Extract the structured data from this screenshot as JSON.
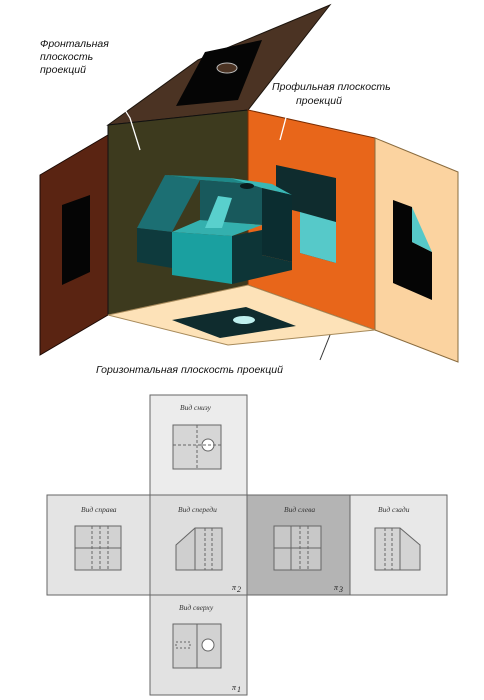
{
  "top_diagram": {
    "frontal_label": [
      "Фронтальная",
      "плоскость",
      "проекций"
    ],
    "profile_label": [
      "Профильная плоскость",
      "проекций"
    ],
    "horizontal_label": "Горизонтальная плоскость проекций"
  },
  "unfolded_views": {
    "bottom_view": "Вид снизу",
    "right_view": "Вид справа",
    "front_view": "Вид спереди",
    "left_view": "Вид слева",
    "rear_view": "Вид сзади",
    "top_view": "Вид сверху",
    "pi2": "π",
    "pi2_sub": "2",
    "pi3": "π",
    "pi3_sub": "3",
    "pi1": "π",
    "pi1_sub": "1"
  },
  "colors": {
    "frontal_plane": "#3d3a1e",
    "profile_plane": "#e8661a",
    "horizontal_plane": "#fde2b8",
    "left_wing": "#5a2412",
    "right_wing": "#fbd3a0",
    "top_flap": "#4b3323",
    "object": "#1a8c8c"
  }
}
